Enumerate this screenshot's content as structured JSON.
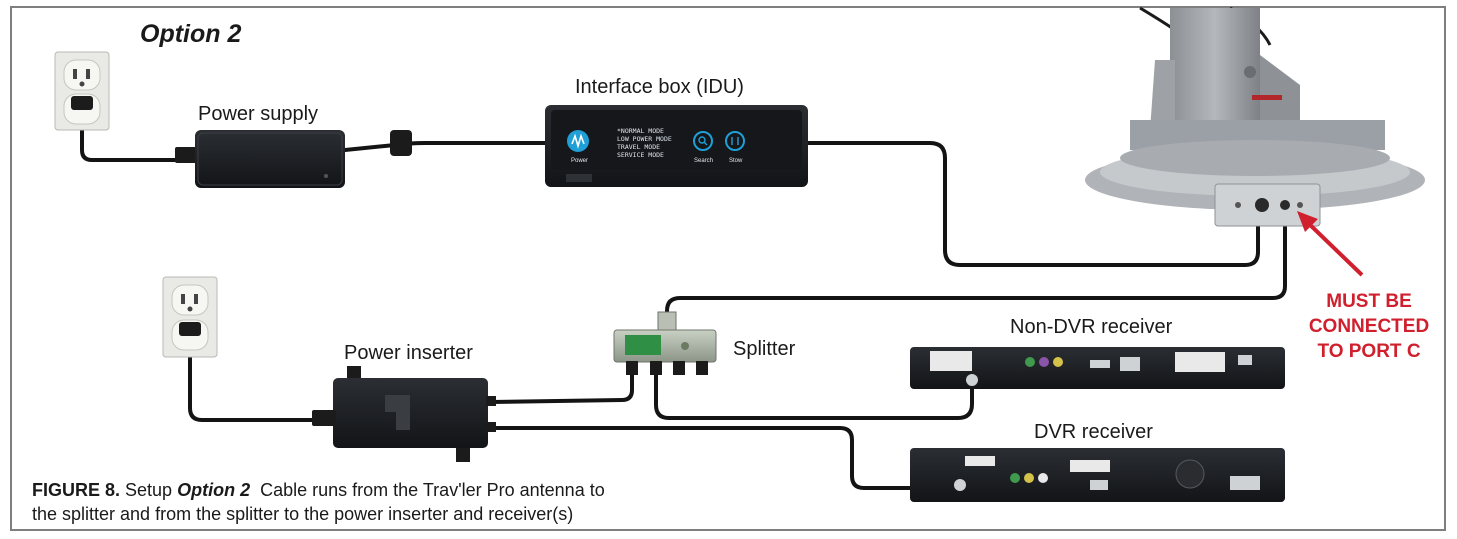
{
  "title": "Option 2",
  "labels": {
    "power_supply": "Power supply",
    "interface_box": "Interface box (IDU)",
    "power_inserter": "Power inserter",
    "splitter": "Splitter",
    "non_dvr_receiver": "Non-DVR receiver",
    "dvr_receiver": "DVR receiver"
  },
  "warning": {
    "line1": "MUST BE",
    "line2": "CONNECTED",
    "line3": "TO PORT C",
    "color": "#d0202e"
  },
  "idu_screen": {
    "mode1": "*NORMAL MODE",
    "mode2": "LOW POWER MODE",
    "mode3": "TRAVEL MODE",
    "mode4": "SERVICE MODE",
    "power_label": "Power",
    "search_label": "Search",
    "stow_label": "Stow",
    "accent": "#1f9fd6"
  },
  "caption": {
    "figure": "FIGURE 8.",
    "setup": "Setup",
    "option": "Option 2",
    "text_line1": "Cable runs from the Trav'ler Pro antenna to",
    "text_line2": "the splitter and from the splitter to the power inserter and receiver(s)"
  }
}
